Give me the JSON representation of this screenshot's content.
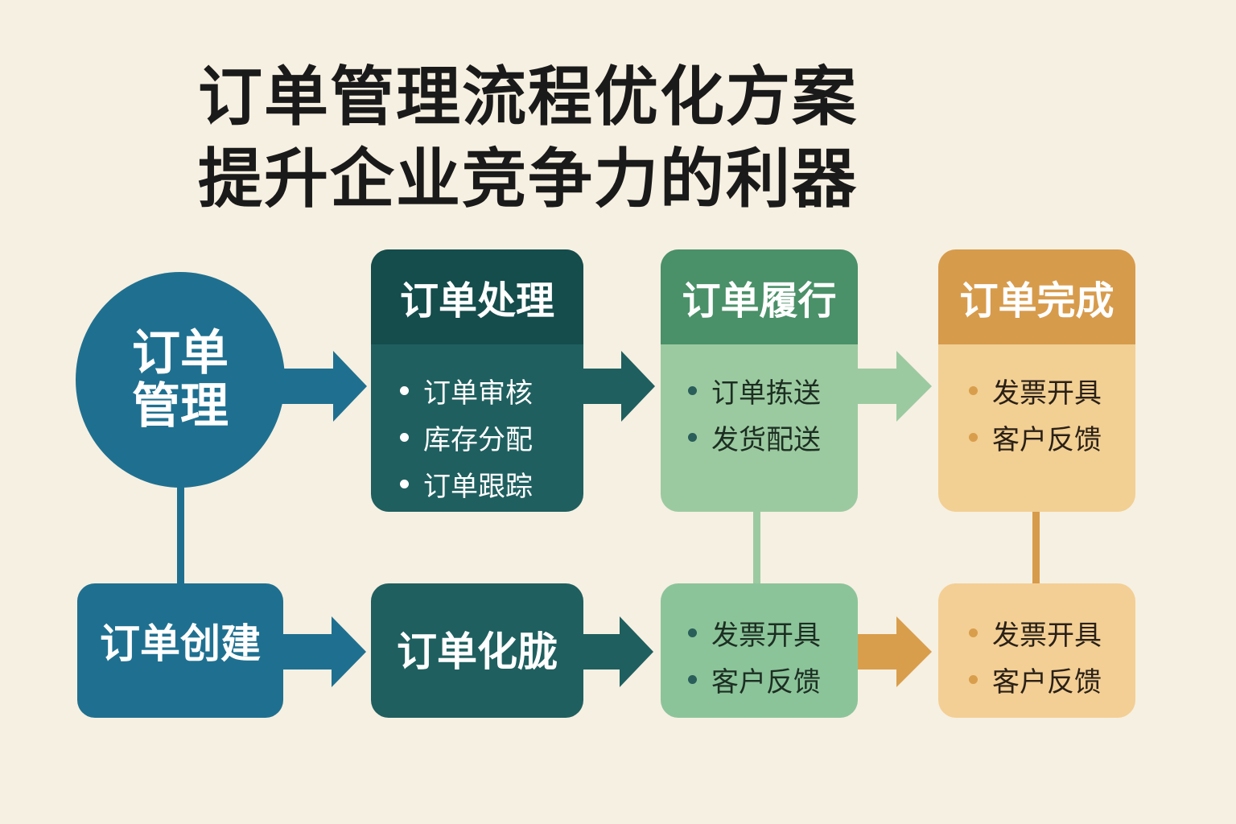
{
  "title": {
    "line1": "订单管理流程优化方案",
    "line2": "提升企业竞争力的利器"
  },
  "hub": {
    "label_line1": "订单",
    "label_line2": "管理"
  },
  "stages": [
    {
      "title": "订单处理",
      "items": [
        "订单审核",
        "库存分配",
        "订单跟踪"
      ]
    },
    {
      "title": "订单履行",
      "items": [
        "订单拣送",
        "发货配送"
      ]
    },
    {
      "title": "订单完成",
      "items": [
        "发票开具",
        "客户反馈"
      ]
    }
  ],
  "bottom": [
    {
      "title": "订单创建"
    },
    {
      "title": "订单化胧"
    },
    {
      "items": [
        "发票开具",
        "客户反馈"
      ]
    },
    {
      "items": [
        "发票开具",
        "客户反馈"
      ]
    }
  ],
  "colors": {
    "background": "#f6f0e2",
    "blue": "#1f7090",
    "teal_dark": "#154c4c",
    "teal": "#1f5f5f",
    "green_dark": "#4a9068",
    "green": "#9ccaa0",
    "orange_dark": "#d79b4c",
    "orange": "#f2cf93"
  }
}
